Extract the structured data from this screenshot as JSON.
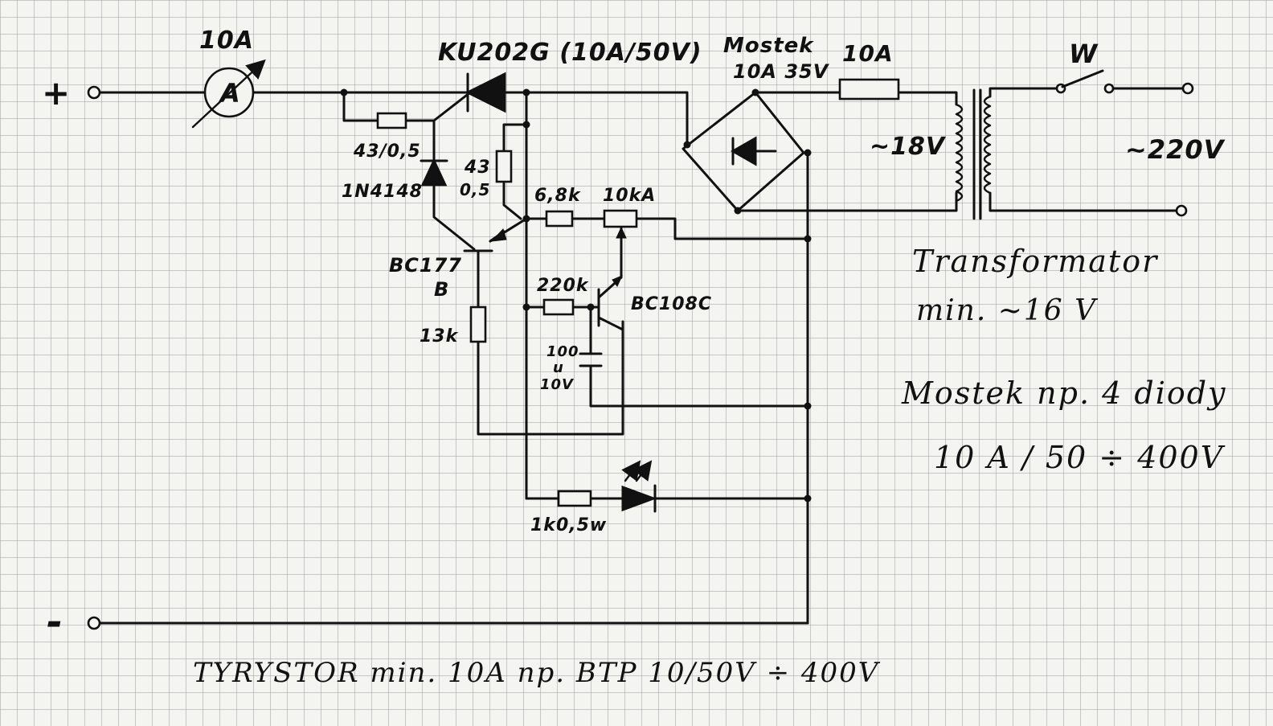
{
  "terminals": {
    "plus": "+",
    "minus": "-"
  },
  "components": {
    "ammeter": {
      "rating": "10A",
      "symbol": "A"
    },
    "thyristor": "KU202G (10A/50V)",
    "bridge_label": "Mostek",
    "bridge_rating": "10A 35V",
    "fuse": "10A",
    "switch": "W",
    "secondary_voltage": "~18V",
    "mains_voltage": "~220V",
    "r_sense": "43/0,5",
    "r_43_value": "43",
    "r_43_power": "0,5",
    "diode": "1N4148",
    "r_68k": "6,8k",
    "pot": "10kA",
    "pnp_transistor": "BC177",
    "pnp_group": "B",
    "r_220k": "220k",
    "npn_transistor": "BC108C",
    "r_13k": "13k",
    "cap_value": "100",
    "cap_unit": "u",
    "cap_voltage": "10V",
    "led_resistor": "1k0,5w"
  },
  "notes": {
    "transformer_line1": "Transformator",
    "transformer_line2": "min. ~16 V",
    "bridge_line1": "Mostek np. 4 diody",
    "bridge_line2": "10 A / 50 ÷ 400V",
    "thyristor_note": "TYRYSTOR   min. 10A   np.  BTP 10/50V ÷ 400V"
  }
}
